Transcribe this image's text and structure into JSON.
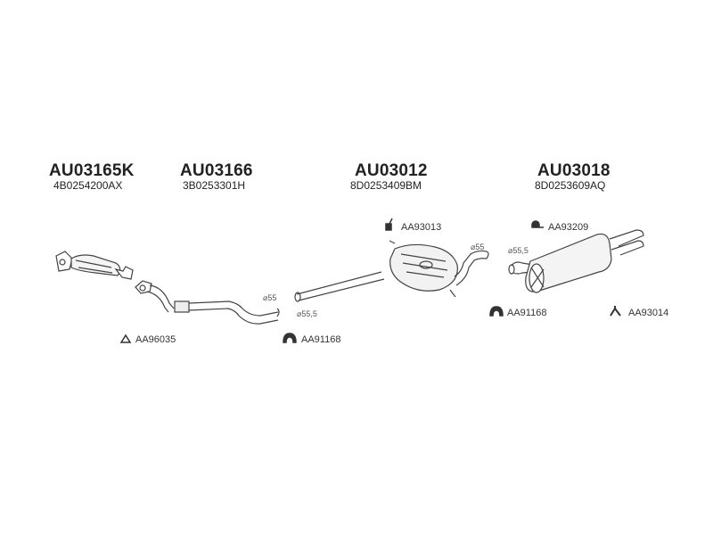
{
  "parts": [
    {
      "code": "AU03165K",
      "oem": "4B0254200AX"
    },
    {
      "code": "AU03166",
      "oem": "3B0253301H"
    },
    {
      "code": "AU03012",
      "oem": "8D0253409BM"
    },
    {
      "code": "AU03018",
      "oem": "8D0253609AQ"
    }
  ],
  "accessories": [
    {
      "ref": "AA96035",
      "icon": "gasket-icon"
    },
    {
      "ref": "AA91168",
      "icon": "clamp-icon"
    },
    {
      "ref": "AA93013",
      "icon": "hanger-icon"
    },
    {
      "ref": "AA93209",
      "icon": "rubber-mount-icon"
    },
    {
      "ref": "AA91168",
      "icon": "clamp-icon"
    },
    {
      "ref": "AA93014",
      "icon": "bracket-icon"
    }
  ],
  "diameters": [
    "⌀55",
    "⌀55,5",
    "⌀55",
    "⌀55,5"
  ],
  "colors": {
    "line": "#444444",
    "text": "#222222"
  }
}
